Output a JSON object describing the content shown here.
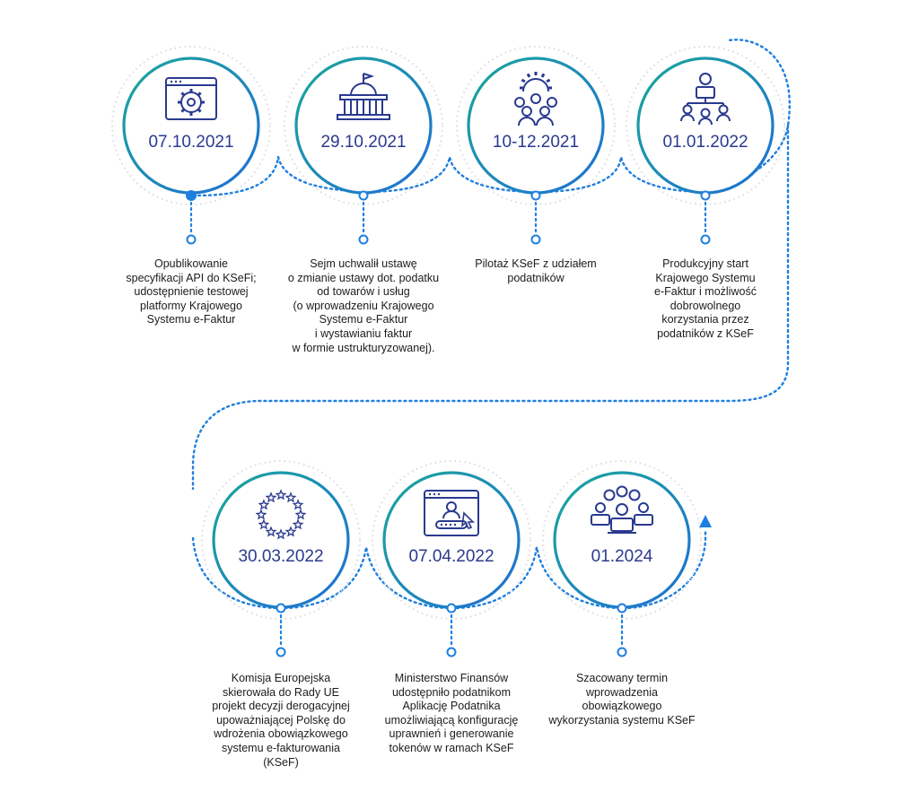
{
  "colors": {
    "accent": "#1e7fe0",
    "date": "#2a3a8f",
    "ring_teal": "#1aa79a",
    "ring_blue": "#1f6fd6",
    "halo": "#d8dadf"
  },
  "milestones": [
    {
      "date": "07.10.2021",
      "icon": "gear-window-icon",
      "lines": [
        "Opublikowanie",
        "specyfikacji API do KSeFi;",
        "udostępnienie testowej",
        "platformy Krajowego",
        "Systemu e-Faktur"
      ]
    },
    {
      "date": "29.10.2021",
      "icon": "parliament-icon",
      "lines": [
        "Sejm uchwalił ustawę",
        "o zmianie ustawy dot. podatku",
        "od towarów i usług",
        "(o wprowadzeniu Krajowego",
        "Systemu e-Faktur",
        "i wystawianiu faktur",
        "w formie ustrukturyzowanej)."
      ]
    },
    {
      "date": "10-12.2021",
      "icon": "team-gear-icon",
      "lines": [
        "Pilotaż KSeF z udziałem",
        "podatników"
      ]
    },
    {
      "date": "01.01.2022",
      "icon": "network-people-icon",
      "lines": [
        "Produkcyjny start",
        "Krajowego Systemu",
        "e-Faktur i możliwość",
        "dobrowolnego",
        "korzystania przez",
        "podatników z KSeF"
      ]
    },
    {
      "date": "30.03.2022",
      "icon": "eu-stars-icon",
      "lines": [
        "Komisja Europejska",
        "skierowała do Rady UE",
        "projekt decyzji derogacyjnej",
        "upoważniającej Polskę do",
        "wdrożenia obowiązkowego",
        "systemu e-fakturowania",
        "(KSeF)"
      ]
    },
    {
      "date": "07.04.2022",
      "icon": "user-login-window-icon",
      "lines": [
        "Ministerstwo Finansów",
        "udostępniło podatnikom",
        "Aplikację Podatnika",
        "umożliwiającą konfigurację",
        "uprawnień i generowanie",
        "tokenów w ramach KSeF"
      ]
    },
    {
      "date": "01.2024",
      "icon": "group-laptops-icon",
      "lines": [
        "Szacowany termin",
        "wprowadzenia",
        "obowiązkowego",
        "wykorzystania systemu KSeF"
      ]
    }
  ]
}
